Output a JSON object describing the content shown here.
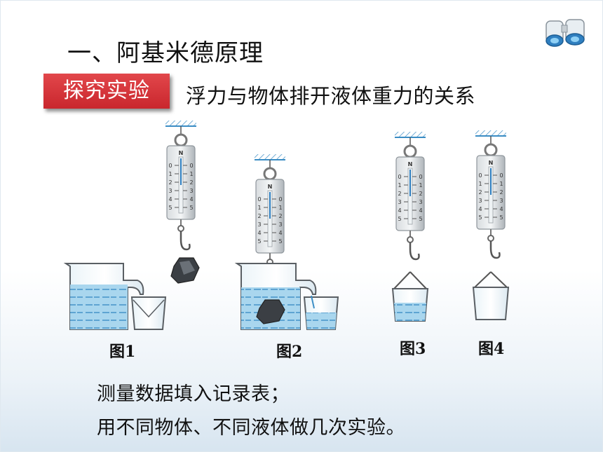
{
  "slide": {
    "title": "一、阿基米德原理",
    "badge": "探究实验",
    "subtitle": "浮力与物体排开液体重力的关系",
    "figures": [
      {
        "label": "图1"
      },
      {
        "label": "图2"
      },
      {
        "label": "图3"
      },
      {
        "label": "图4"
      }
    ],
    "scale_unit": "N",
    "scale_ticks": [
      "0",
      "1",
      "2",
      "3",
      "4",
      "5"
    ],
    "notes": [
      "测量数据填入记录表；",
      "用不同物体、不同液体做几次实验。"
    ],
    "colors": {
      "badge_red": "#c9262d",
      "water_blue": "#a9d6ee",
      "water_dash": "#3d8fc6",
      "metal": "#b9bec4"
    },
    "icons": [
      "binoculars-icon"
    ]
  }
}
